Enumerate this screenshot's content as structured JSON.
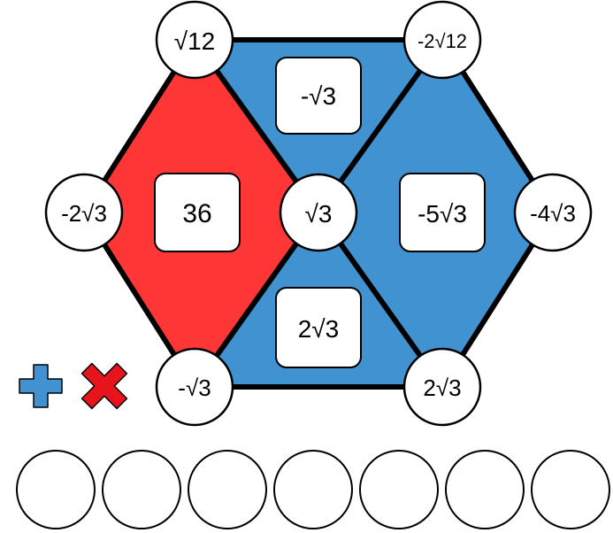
{
  "colors": {
    "red_region": "#fe3636",
    "blue_region": "#4192d0",
    "outline": "#000000",
    "plus_icon": "#4192d0",
    "times_icon": "#e8141c"
  },
  "vertices": {
    "top_left": "√12",
    "top_right": "-2√12",
    "mid_left": "-2√3",
    "center": "√3",
    "mid_right": "-4√3",
    "bottom_left": "-√3",
    "bottom_right": "2√3"
  },
  "tiles": {
    "red_center": "36",
    "top_middle": "-√3",
    "right_center": "-5√3",
    "bottom_middle": "2√3"
  },
  "operations": {
    "plus_icon": "plus-icon",
    "times_icon": "times-icon"
  },
  "answer_slots": [
    "",
    "",
    "",
    "",
    "",
    "",
    ""
  ]
}
